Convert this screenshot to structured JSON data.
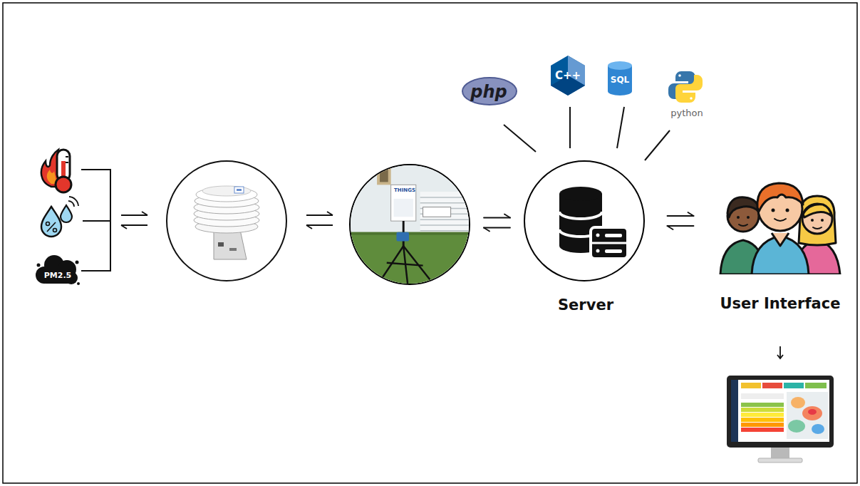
{
  "diagram": {
    "nodes": [
      {
        "text": [
          "THINGS"
        ]
      },
      {
        "text": [
          "Server"
        ]
      },
      {
        "text": [
          "User Interface"
        ]
      }
    ],
    "edges": [
      {
        "from": 0,
        "to": 1,
        "arrow": "both"
      },
      {
        "from": 1,
        "to": 2,
        "arrow": "both"
      }
    ],
    "labels": [
      "PM2.5",
      "php",
      "C++",
      "SQL",
      "python"
    ]
  }
}
